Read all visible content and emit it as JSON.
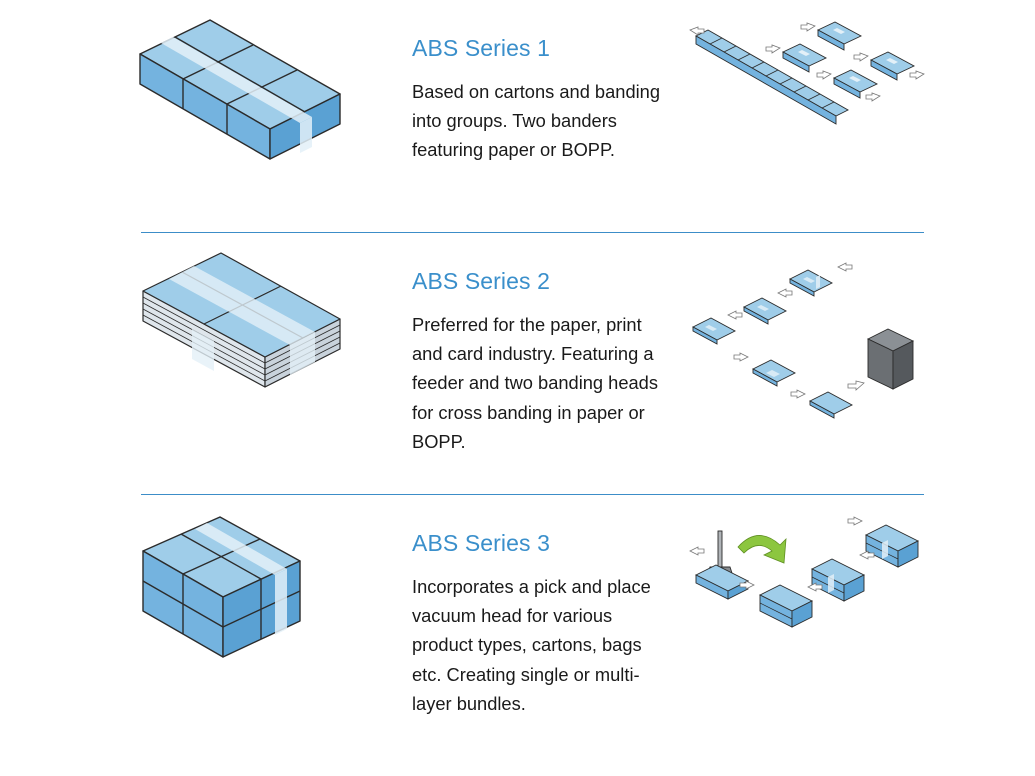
{
  "sections": [
    {
      "title": "ABS Series 1",
      "description": "Based on cartons and banding into groups. Two banders featuring paper or BOPP.",
      "product_icon": "banded-carton-group-icon",
      "process_icon": "carton-banding-line-icon"
    },
    {
      "title": "ABS Series 2",
      "description": "Preferred for the paper, print and card industry. Featuring a feeder and two banding heads for cross banding in paper or BOPP.",
      "product_icon": "cross-banded-paper-stack-icon",
      "process_icon": "feeder-cross-banding-line-icon"
    },
    {
      "title": "ABS Series 3",
      "description": "Incorporates a pick and place vacuum head for various product types, cartons, bags etc. Creating single or multi-layer bundles.",
      "product_icon": "multi-layer-bundle-icon",
      "process_icon": "pick-and-place-line-icon"
    }
  ],
  "colors": {
    "accent": "#3a8fcb",
    "divider": "#3c8dc8",
    "box_top": "#9fcde9",
    "box_side": "#74b3df",
    "band": "#e3f0f8",
    "outline": "#2b2b2b",
    "dark_block": "#6b6f73",
    "green_arrow": "#8cc63f"
  }
}
